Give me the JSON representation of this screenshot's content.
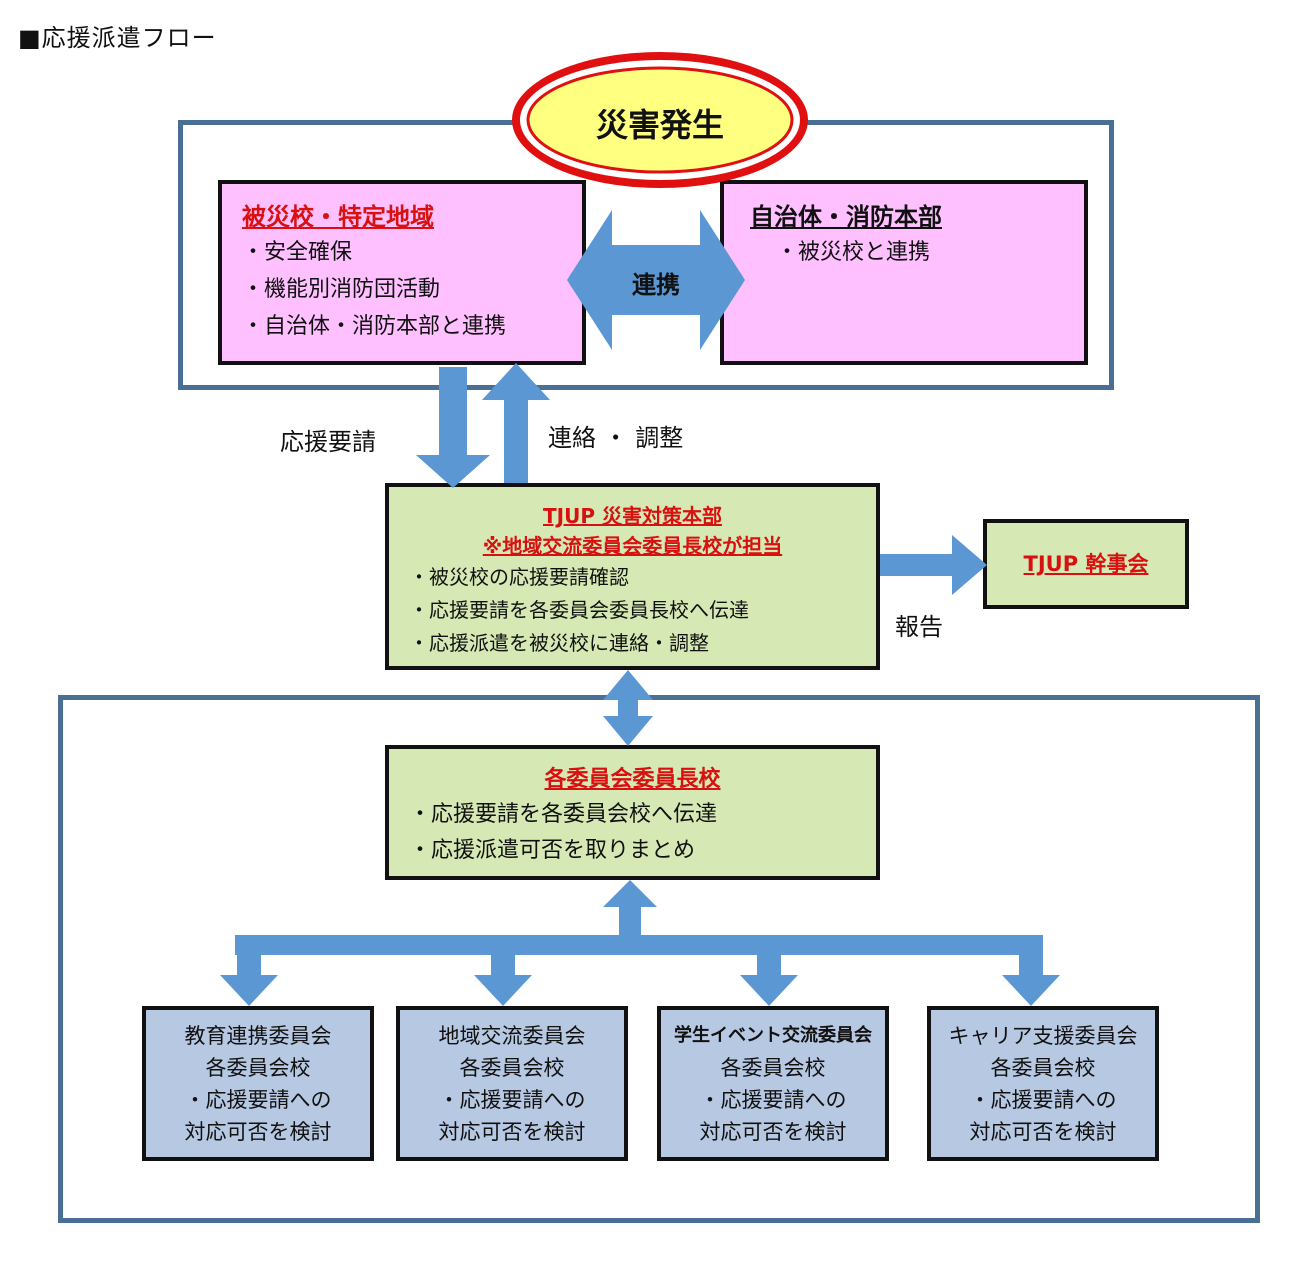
{
  "title": "■応援派遣フロー",
  "disaster": "災害発生",
  "affected": {
    "heading": "被災校・特定地域",
    "items": [
      "・安全確保",
      "・機能別消防団活動",
      "・自治体・消防本部と連携"
    ]
  },
  "municipal": {
    "heading": "自治体・消防本部",
    "items": [
      "・被災校と連携"
    ]
  },
  "cooperation": "連携",
  "request_label": "応援要請",
  "contact_label": "連絡 ・ 調整",
  "hq": {
    "heading1": "TJUP  災害対策本部",
    "heading2": "※地域交流委員会委員長校が担当",
    "items": [
      "・被災校の応援要請確認",
      "・応援要請を各委員会委員長校へ伝達",
      "・応援派遣を被災校に連絡・調整"
    ]
  },
  "report_label": "報告",
  "secretariat": "TJUP 幹事会",
  "chairs": {
    "heading": "各委員会委員長校",
    "items": [
      "・応援要請を各委員会校へ伝達",
      "・応援派遣可否を取りまとめ"
    ]
  },
  "committees": [
    {
      "name": "教育連携委員会",
      "line2": "各委員会校",
      "line3": "・応援要請への",
      "line4": "対応可否を検討"
    },
    {
      "name": "地域交流委員会",
      "line2": "各委員会校",
      "line3": "・応援要請への",
      "line4": "対応可否を検討"
    },
    {
      "name": "学生イベント交流委員会",
      "line2": "各委員会校",
      "line3": "・応援要請への",
      "line4": "対応可否を検討"
    },
    {
      "name": "キャリア支援委員会",
      "line2": "各委員会校",
      "line3": "・応援要請への",
      "line4": "対応可否を検討"
    }
  ],
  "colors": {
    "frame": "#4a6f94",
    "arrow": "#5b97d3",
    "pink": "#ffc0ff",
    "green": "#d6e9b4",
    "blue": "#b7c8e3",
    "red_text": "#d81010",
    "ellipse_fill": "#ffff80",
    "ellipse_ring": "#e01010"
  }
}
